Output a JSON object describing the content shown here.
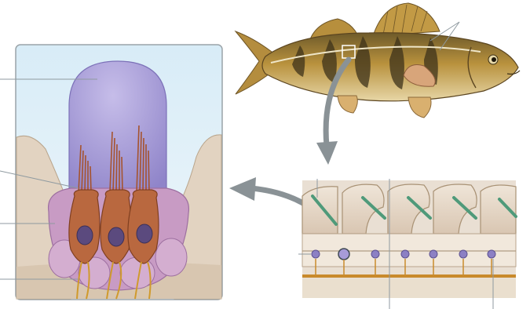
{
  "figure": {
    "panels": [
      {
        "id": "fish",
        "kind": "illustration",
        "subject": "fish-lateral-view"
      },
      {
        "id": "lateral-line-canal",
        "kind": "cross-section"
      },
      {
        "id": "neuromast",
        "kind": "enlarged-detail"
      }
    ],
    "labels": [],
    "colors": {
      "cupula": "#a79bd8",
      "hair_cell": "#b9683f",
      "support_tissue": "#c9a0c4",
      "scale": "#e8dccd",
      "nerve": "#c98a2c",
      "arrow": "#8a9296",
      "fish_body": "#b78f3d"
    }
  }
}
